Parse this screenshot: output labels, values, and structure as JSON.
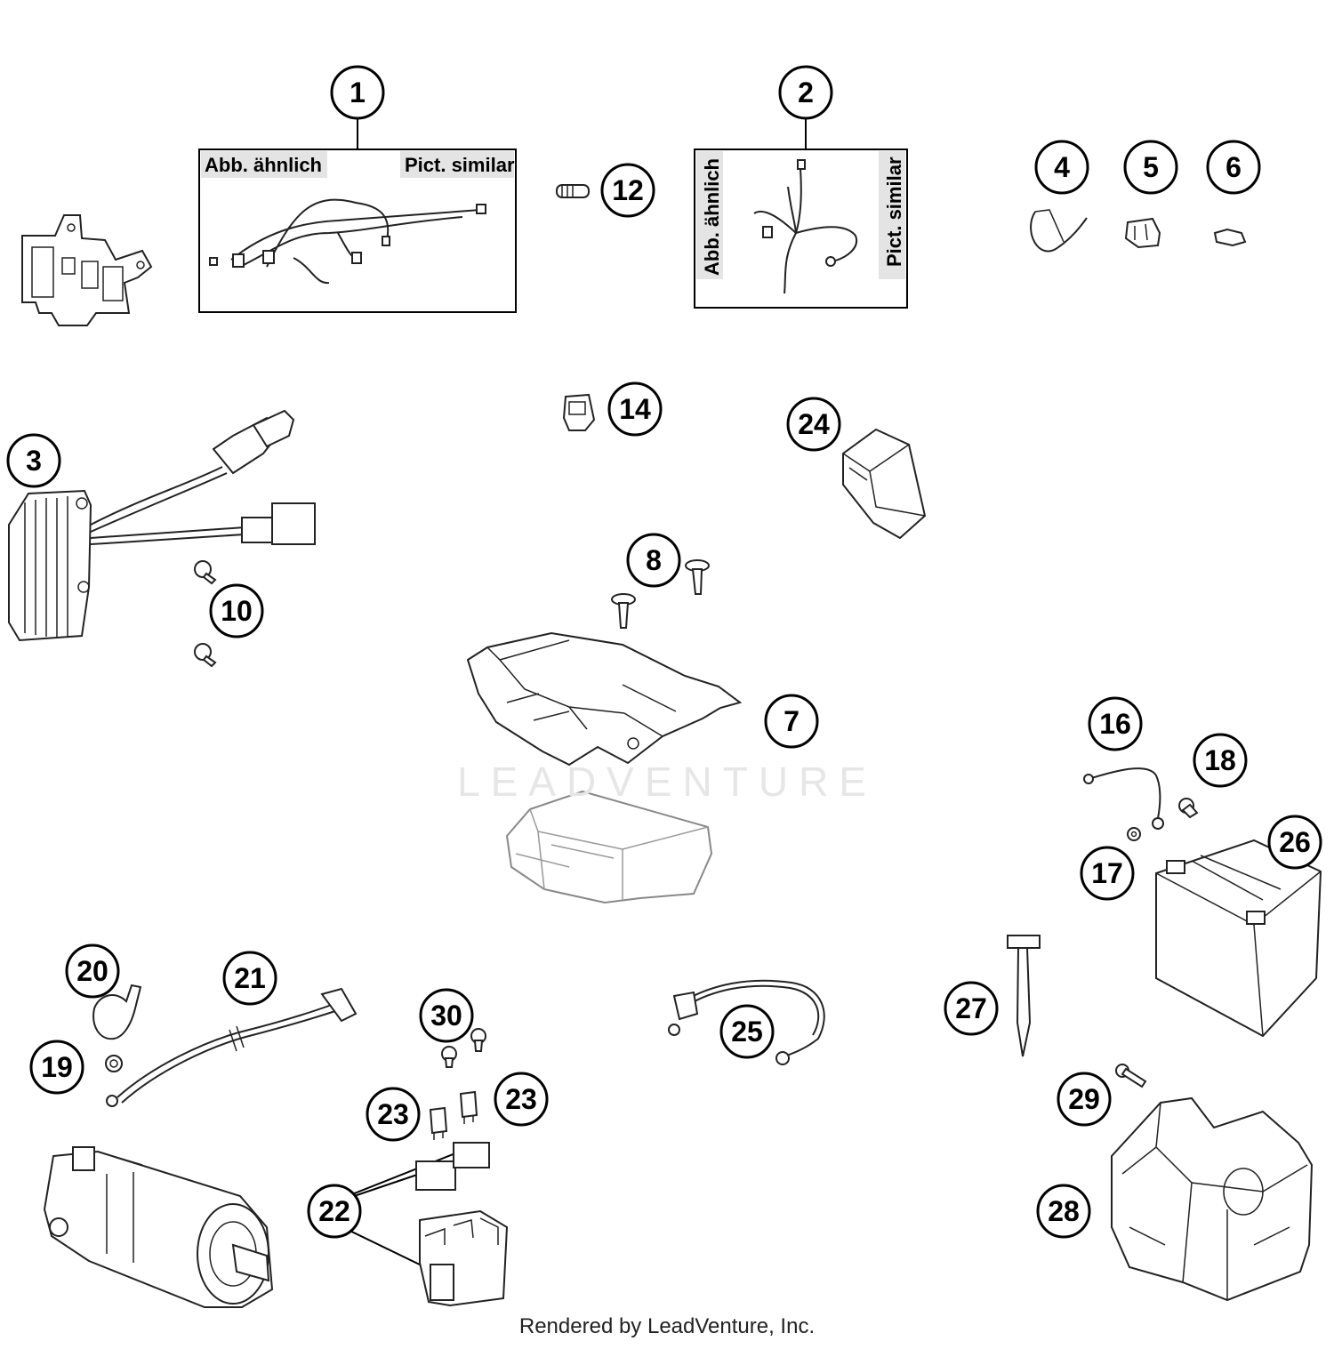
{
  "callouts": [
    "1",
    "2",
    "3",
    "4",
    "5",
    "6",
    "7",
    "8",
    "10",
    "12",
    "14",
    "16",
    "17",
    "18",
    "19",
    "20",
    "21",
    "22",
    "23",
    "23",
    "24",
    "25",
    "26",
    "27",
    "28",
    "29",
    "30"
  ],
  "frame_labels": {
    "harness1_left": "Abb. ähnlich",
    "harness1_right": "Pict. similar",
    "harness2_left": "Abb. ähnlich",
    "harness2_right": "Pict. similar"
  },
  "watermark": "LEADVENTURE",
  "footer": "Rendered by LeadVenture, Inc."
}
